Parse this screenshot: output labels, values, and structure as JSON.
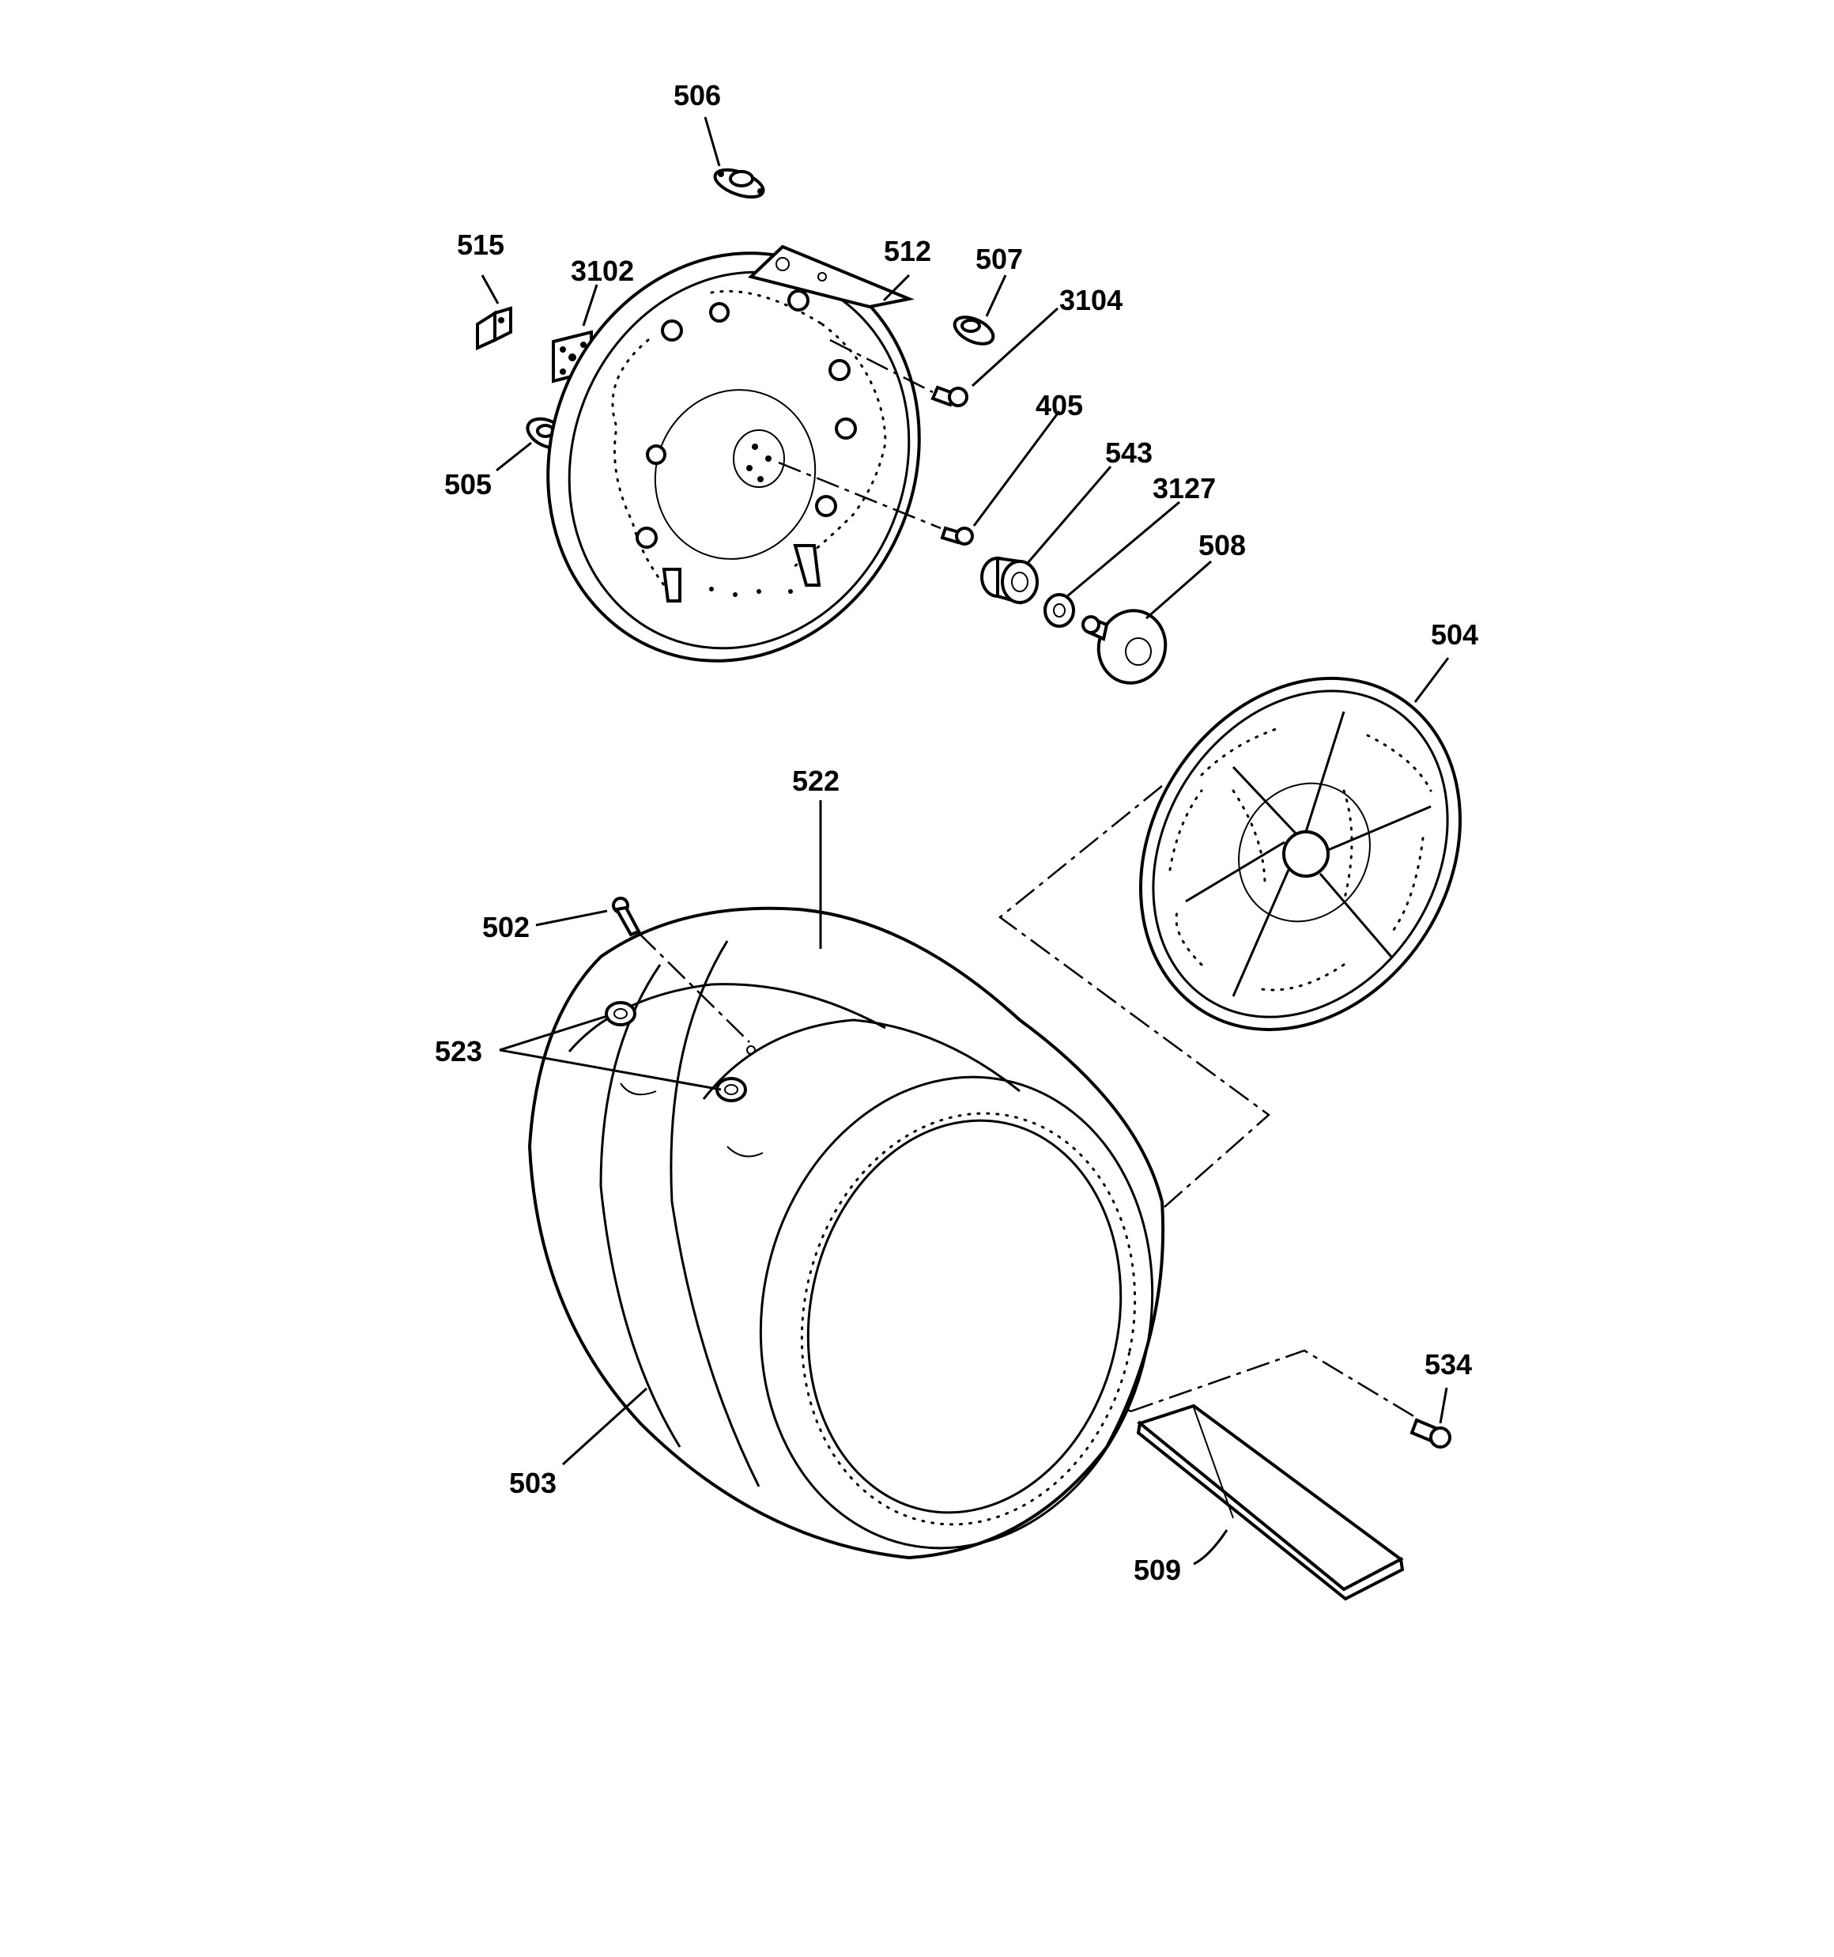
{
  "diagram": {
    "callouts": {
      "p506": "506",
      "p515": "515",
      "p3102": "3102",
      "p512": "512",
      "p507": "507",
      "p3104": "3104",
      "p405": "405",
      "p543": "543",
      "p3127": "3127",
      "p508": "508",
      "p505": "505",
      "p504": "504",
      "p522": "522",
      "p502": "502",
      "p523": "523",
      "p534": "534",
      "p503": "503",
      "p509": "509"
    }
  }
}
